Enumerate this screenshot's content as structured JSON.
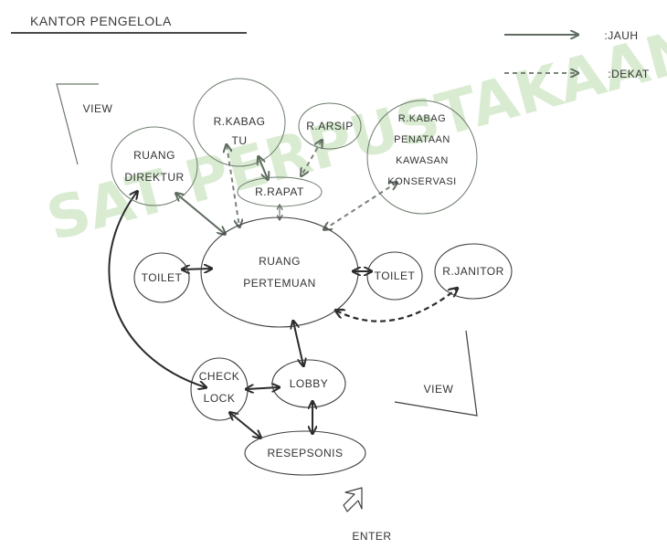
{
  "title": "KANTOR PENGELOLA",
  "watermark": "SAT PERPUSTAKAAN",
  "legend": {
    "solid_label": ":JAUH",
    "dashed_label": ":DEKAT"
  },
  "view_labels": [
    "VIEW",
    "VIEW"
  ],
  "entrance_label": "ENTER",
  "nodes": {
    "rkabag_tu": [
      "R.KABAG",
      "TU"
    ],
    "rarsip": [
      "R.ARSIP"
    ],
    "rkabag_penataan": [
      "R.KABAG",
      "PENATAAN",
      "KAWASAN",
      "KONSERVASI"
    ],
    "ruang_direktur": [
      "RUANG",
      "DIREKTUR"
    ],
    "rrapat": [
      "R.RAPAT"
    ],
    "ruang_pertemuan": [
      "RUANG",
      "PERTEMUAN"
    ],
    "toilet_left": [
      "TOILET"
    ],
    "toilet_right": [
      "TOILET"
    ],
    "rjanitor": [
      "R.JANITOR"
    ],
    "check_lock": [
      "CHECK",
      "LOCK"
    ],
    "lobby": [
      "LOBBY"
    ],
    "resepsonis": [
      "RESEPSONIS"
    ]
  },
  "colors": {
    "upper_nodes": "#6b7a6b",
    "lower_nodes": "#3d3d3d",
    "watermark": "#d9ecd2"
  }
}
